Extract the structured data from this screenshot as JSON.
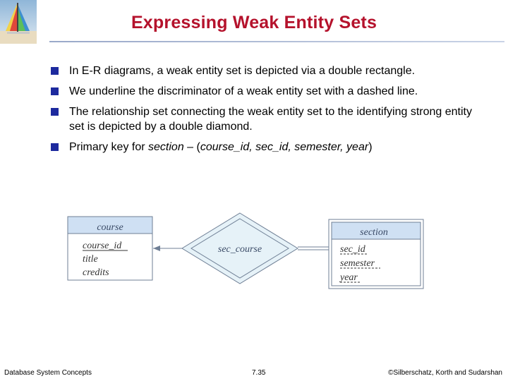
{
  "slide": {
    "title": "Expressing Weak Entity Sets",
    "bullets": [
      {
        "text": "In E-R diagrams, a weak entity set is depicted via a double rectangle."
      },
      {
        "text": "We underline the discriminator of a weak entity set  with a dashed line."
      },
      {
        "text": "The relationship set connecting the  weak entity set to the identifying strong entity set is depicted by a double diamond."
      },
      {
        "prefix": "Primary key for ",
        "section_word": "section",
        "dash": " – (",
        "key_list": "course_id, sec_id, semester, year",
        "suffix": ")"
      }
    ]
  },
  "diagram": {
    "strong_entity": {
      "name": "course",
      "attributes": [
        "course_id",
        "title",
        "credits"
      ]
    },
    "relationship": {
      "name": "sec_course"
    },
    "weak_entity": {
      "name": "section",
      "attributes": [
        "sec_id",
        "semester",
        "year"
      ]
    },
    "colors": {
      "header_fill": "#cfe0f3",
      "diamond_fill": "#e6f2f8",
      "stroke": "#6f7f95"
    }
  },
  "footer": {
    "left": "Database System Concepts",
    "center": "7.35",
    "right": "©Silberschatz, Korth and Sudarshan"
  },
  "theme": {
    "title_color": "#b5122c",
    "bullet_color": "#1d2a9e"
  }
}
